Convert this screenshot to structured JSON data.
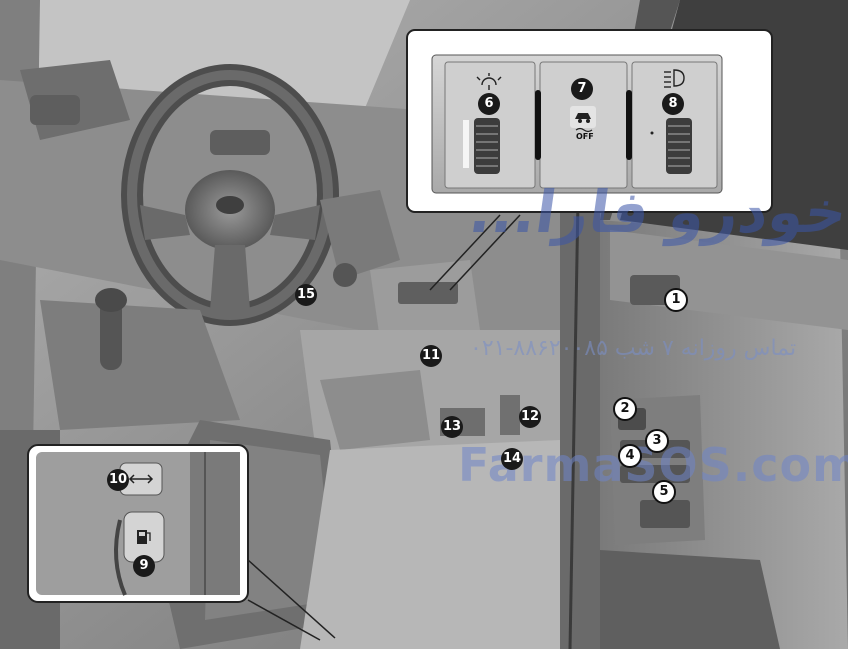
{
  "callouts": {
    "n1": "1",
    "n2": "2",
    "n3": "3",
    "n4": "4",
    "n5": "5",
    "n6": "6",
    "n7": "7",
    "n8": "8",
    "n9": "9",
    "n10": "10",
    "n11": "11",
    "n12": "12",
    "n13": "13",
    "n14": "14",
    "n15": "15"
  },
  "switch_labels": {
    "esc_off": "OFF"
  },
  "watermarks": {
    "site": "FarmaSOS.com",
    "persian": "...مداد خودرو فارا",
    "phone": "۰۲۱-۸۸۶۲۰۰۸۵ تماس روزانه ۷ شب"
  },
  "colors": {
    "background_interior": "#8a8a8a",
    "inset_box": "#c8c8c8",
    "callout_fill": "#1a1a1a",
    "watermark_blue": "#4a64b5"
  }
}
